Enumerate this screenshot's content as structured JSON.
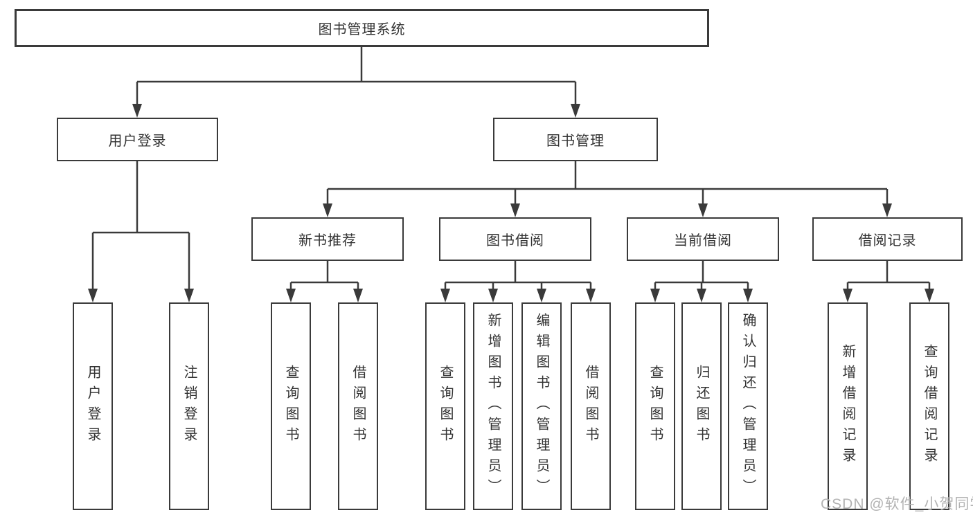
{
  "diagram": {
    "root": {
      "label": "图书管理系统"
    },
    "level2": [
      {
        "label": "用户登录",
        "children": [
          {
            "label": "用户登录"
          },
          {
            "label": "注销登录"
          }
        ]
      },
      {
        "label": "图书管理",
        "sections": [
          {
            "label": "新书推荐",
            "children": [
              {
                "label": "查询图书"
              },
              {
                "label": "借阅图书"
              }
            ]
          },
          {
            "label": "图书借阅",
            "children": [
              {
                "label": "查询图书"
              },
              {
                "label": "新增图书（管理员）"
              },
              {
                "label": "编辑图书（管理员）"
              },
              {
                "label": "借阅图书"
              }
            ]
          },
          {
            "label": "当前借阅",
            "children": [
              {
                "label": "查询图书"
              },
              {
                "label": "归还图书"
              },
              {
                "label": "确认归还（管理员）"
              }
            ]
          },
          {
            "label": "借阅记录",
            "children": [
              {
                "label": "新增借阅记录"
              },
              {
                "label": "查询借阅记录"
              }
            ]
          }
        ]
      }
    ],
    "watermark": "CSDN @软件_小贺同学",
    "colors": {
      "line": "#3a3a3a",
      "text": "#333333",
      "box_background": "#ffffff",
      "watermark": "#b3b3b3"
    }
  }
}
